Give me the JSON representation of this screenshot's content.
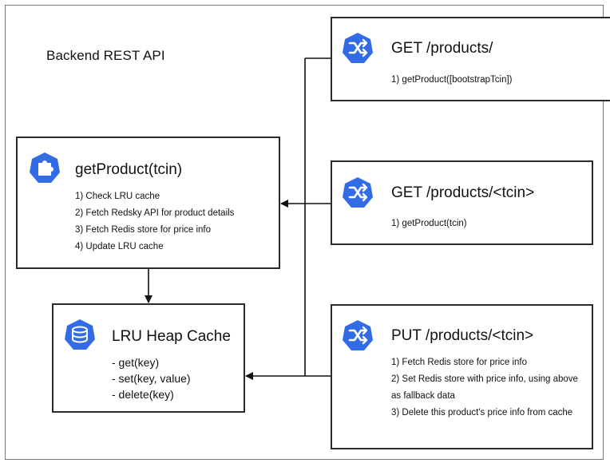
{
  "diagram": {
    "title": "Backend REST API"
  },
  "colors": {
    "icon_blue": "#326ce5",
    "border": "#2a2a2a",
    "connector": "#111111"
  },
  "nodes": {
    "get_products": {
      "icon": "shuffle-icon",
      "title": "GET /products/",
      "lines": [
        "1) getProduct([bootstrapTcin])"
      ]
    },
    "get_product": {
      "icon": "puzzle-icon",
      "title": "getProduct(tcin)",
      "lines": [
        "1) Check LRU cache",
        "2) Fetch Redsky API for product details",
        "3) Fetch Redis store for price info",
        "4) Update LRU cache"
      ]
    },
    "get_product_tcin": {
      "icon": "shuffle-icon",
      "title": "GET /products/<tcin>",
      "lines": [
        "1) getProduct(tcin)"
      ]
    },
    "lru_cache": {
      "icon": "database-icon",
      "title": "LRU Heap Cache",
      "lines": [
        "- get(key)",
        "- set(key, value)",
        "- delete(key)"
      ]
    },
    "put_product_tcin": {
      "icon": "shuffle-icon",
      "title": "PUT /products/<tcin>",
      "lines": [
        "1) Fetch Redis store for price info",
        "2) Set Redis store with price info, using above as fallback data",
        "3) Delete this product's price info from cache"
      ]
    }
  }
}
